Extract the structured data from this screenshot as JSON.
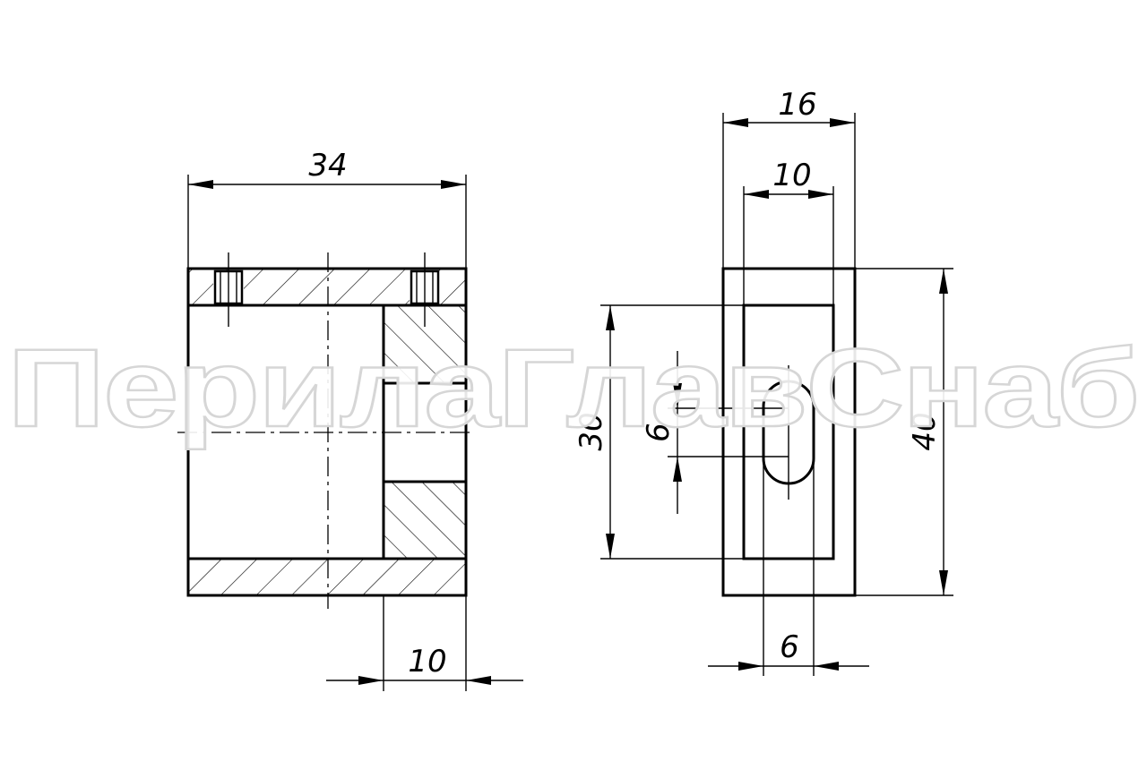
{
  "watermark": "ПерилаГлавСнаб",
  "front_view": {
    "dims": {
      "width": "34",
      "slot_depth": "10"
    }
  },
  "side_view": {
    "dims": {
      "outer_width": "16",
      "inner_width": "10",
      "inner_height": "30",
      "slot_height": "6",
      "height": "40",
      "slot_width": "6"
    }
  },
  "colors": {
    "line": "#000000",
    "background": "#ffffff",
    "watermark_outline": "#d6d6d6"
  }
}
